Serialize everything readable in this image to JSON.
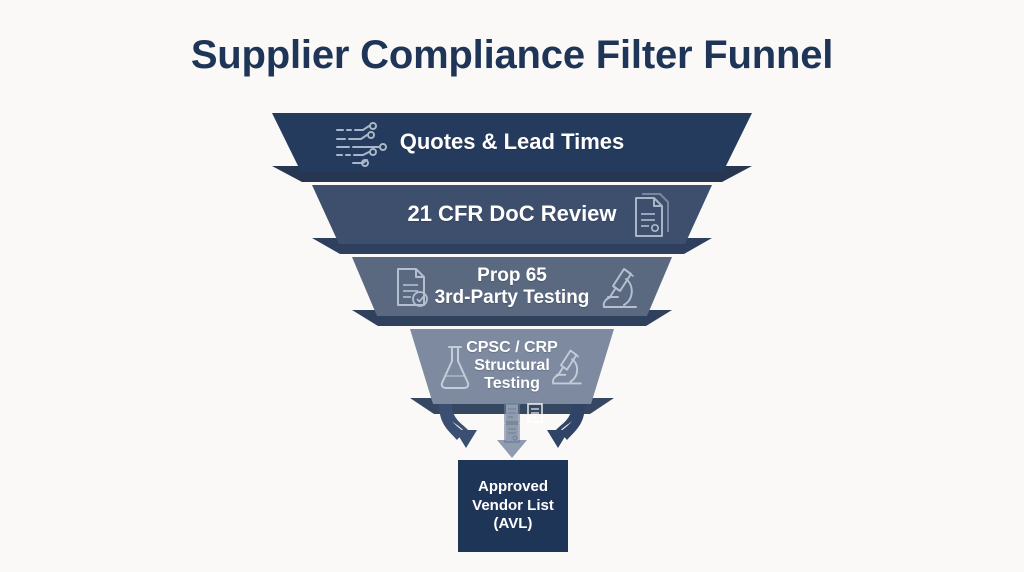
{
  "page": {
    "title": "Supplier Compliance Filter Funnel",
    "background_color": "#faf9f7",
    "title_color": "#1f3557"
  },
  "funnel": {
    "stages": [
      {
        "id": "stage-1",
        "label": "Quotes & Lead Times",
        "lines": [
          "Quotes & Lead Times"
        ],
        "fill": "#253b5e",
        "shadow": "#1b2c48",
        "icons_left": [
          "circuit-board-icon"
        ],
        "icons_right": []
      },
      {
        "id": "stage-2",
        "label": "21 CFR DoC Review",
        "lines": [
          "21 CFR DoC Review"
        ],
        "fill": "#3e4f6d",
        "shadow": "#233654",
        "icons_left": [],
        "icons_right": [
          "documents-icon"
        ]
      },
      {
        "id": "stage-3",
        "label": "Prop 65 3rd-Party Testing",
        "lines": [
          "Prop 65",
          "3rd-Party Testing"
        ],
        "fill": "#5a6880",
        "shadow": "#243754",
        "icons_left": [
          "document-check-icon"
        ],
        "icons_right": [
          "microscope-icon"
        ]
      },
      {
        "id": "stage-4",
        "label": "CPSC / CRP Structural Testing",
        "lines": [
          "CPSC / CRP",
          "Structural",
          "Testing"
        ],
        "fill": "#7d8aa0",
        "shadow": "#2b3d5a",
        "icons_left": [
          "flask-icon"
        ],
        "icons_right": [
          "microscope-icon"
        ]
      }
    ],
    "connectors": {
      "left_arrow": "arrow-down-left-icon",
      "center_arrow": "arrow-down-center-icon",
      "right_arrow": "arrow-down-right-icon",
      "arrow_dark_color": "#3a4f71",
      "arrow_light_color": "#8f9cb0",
      "between_icons": [
        "document-icon",
        "document-icon",
        "document-icon"
      ]
    },
    "outcome": {
      "id": "approved-vendor-list",
      "lines": [
        "Approved",
        "Vendor List",
        "(AVL)"
      ],
      "label": "Approved Vendor List (AVL)",
      "fill": "#1f3557",
      "text_color": "#ffffff"
    }
  }
}
